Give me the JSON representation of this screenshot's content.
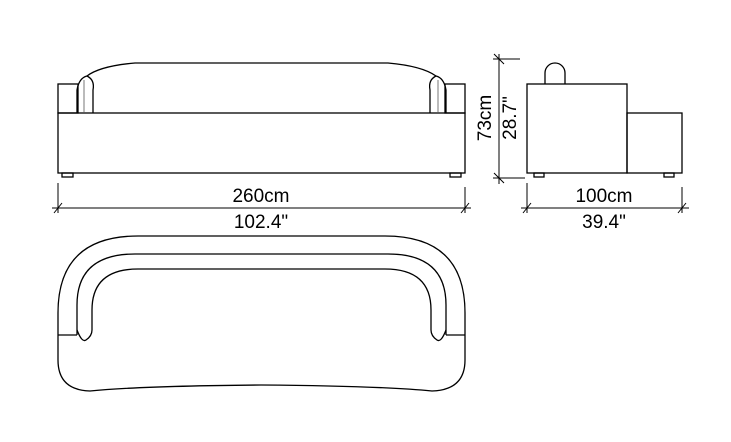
{
  "front_view": {
    "width_metric": "260cm",
    "width_imperial": "102.4\""
  },
  "side_view": {
    "height_metric": "73cm",
    "height_imperial": "28.7\"",
    "depth_metric": "100cm",
    "depth_imperial": "39.4\""
  },
  "colors": {
    "line": "#000000",
    "background": "#ffffff"
  }
}
